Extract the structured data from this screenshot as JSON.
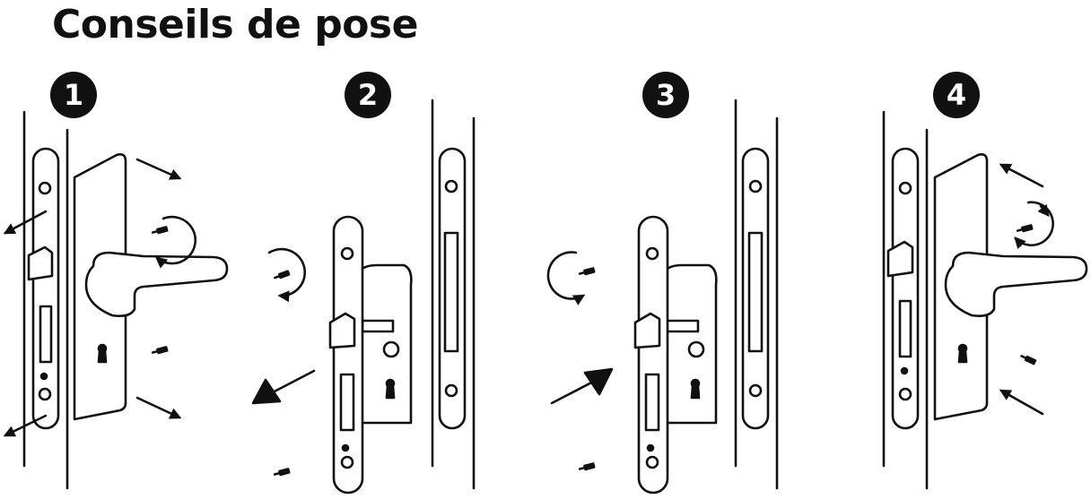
{
  "title": "Conseils de pose",
  "steps": [
    {
      "number": "1"
    },
    {
      "number": "2"
    },
    {
      "number": "3"
    },
    {
      "number": "4"
    }
  ],
  "colors": {
    "ink": "#111111",
    "background": "#ffffff"
  }
}
